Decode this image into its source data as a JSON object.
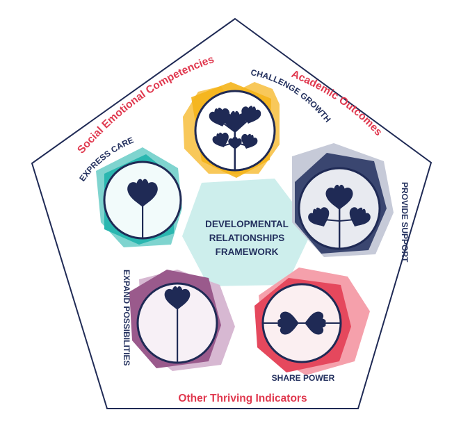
{
  "framework": {
    "center_lines": [
      "DEVELOPMENTAL",
      "RELATIONSHIPS",
      "FRAMEWORK"
    ]
  },
  "outcomes": {
    "left": "Social Emotional Competencies",
    "right": "Academic Outcomes",
    "bottom": "Other Thriving Indicators"
  },
  "elements": [
    {
      "label": "EXPRESS CARE",
      "color": "#2ab7b0",
      "tree_icon": "single-ginkgo-leaf-icon"
    },
    {
      "label": "CHALLENGE GROWTH",
      "color": "#f4b41a",
      "tree_icon": "ginkgo-tree-many-leaves-icon"
    },
    {
      "label": "PROVIDE SUPPORT",
      "color": "#3a4670",
      "tree_icon": "ginkgo-tree-three-leaves-icon"
    },
    {
      "label": "SHARE POWER",
      "color": "#e5485d",
      "tree_icon": "two-ginkgo-leaves-icon"
    },
    {
      "label": "EXPAND POSSIBILITIES",
      "color": "#9a5a8c",
      "tree_icon": "single-ginkgo-leaf-icon"
    }
  ],
  "colors": {
    "navy": "#1f2a55",
    "red_text": "#e0394f",
    "center_fill": "#cdeeec"
  }
}
